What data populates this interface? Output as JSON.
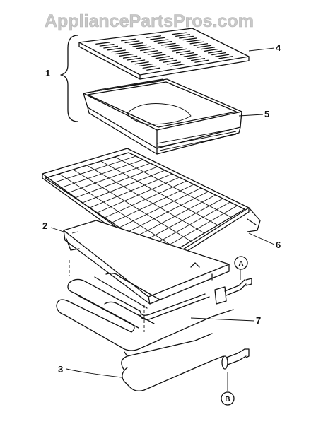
{
  "watermark": "AppliancePartsPros.com",
  "callouts": {
    "c1": "1",
    "c2": "2",
    "c3": "3",
    "c4": "4",
    "c5": "5",
    "c6": "6",
    "c7": "7"
  },
  "connectors": {
    "a": "A",
    "b": "B"
  }
}
